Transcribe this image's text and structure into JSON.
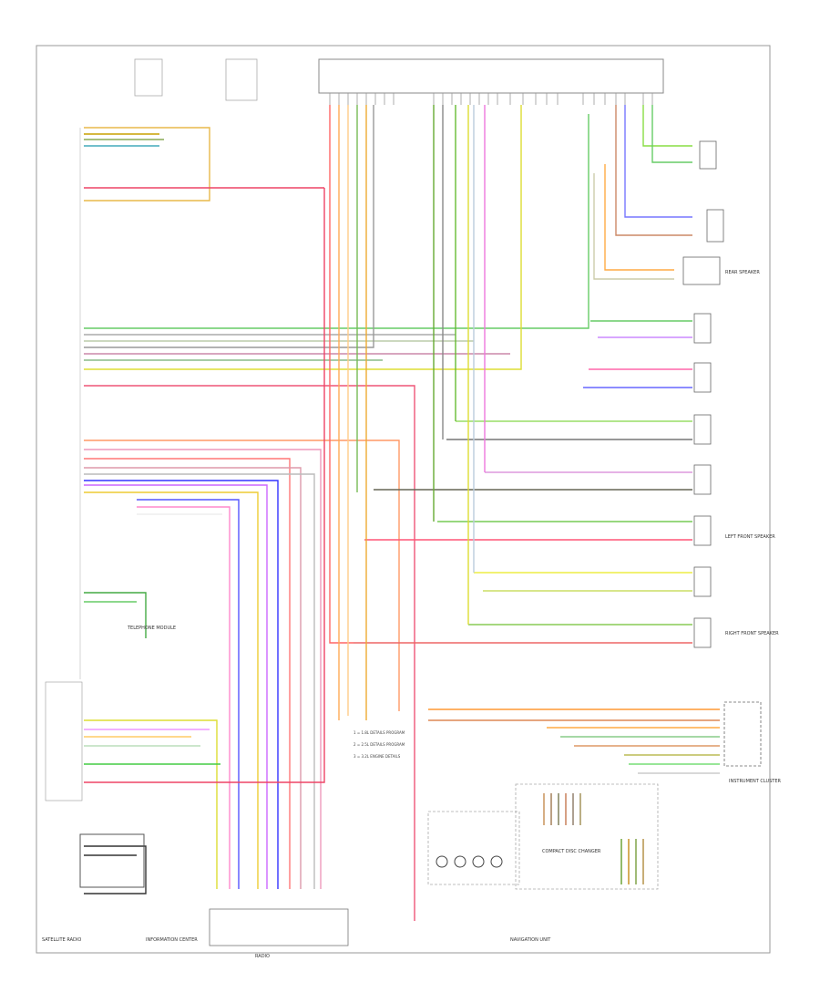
{
  "diagram": {
    "components": {
      "cd_changer": "COMPACT DISC CHANGER",
      "rear_speaker": "REAR SPEAKER",
      "left_front_speaker": "LEFT FRONT SPEAKER",
      "right_front_speaker": "RIGHT FRONT SPEAKER",
      "telephone_module": "TELEPHONE MODULE",
      "navigation_unit": "NAVIGATION UNIT",
      "instrument_cluster": "INSTRUMENT CLUSTER",
      "satellite_radio": "SATELLITE RADIO",
      "info_center": "INFORMATION CENTER",
      "radio": "RADIO"
    },
    "legend": [
      "1 = 1.8L DETAILS PROGRAM",
      "2 = 2.5L DETAILS PROGRAM",
      "3 = 3.2L ENGINE DETAILS"
    ]
  }
}
